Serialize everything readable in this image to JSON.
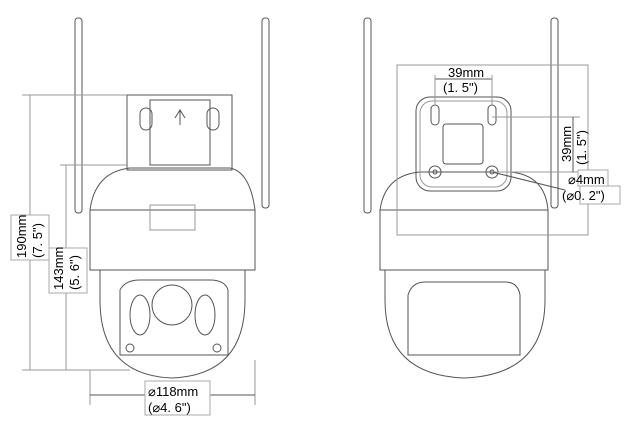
{
  "front_view": {
    "height_total": {
      "value": "190mm",
      "inch": "(7. 5\")"
    },
    "height_body": {
      "value": "143mm",
      "inch": "(5. 6\")"
    },
    "diameter": {
      "value": "⌀118mm",
      "inch": "(⌀4. 6\")"
    }
  },
  "side_view": {
    "hole_spacing_h": {
      "value": "39mm",
      "inch": "(1. 5\")"
    },
    "hole_spacing_v": {
      "value": "39mm",
      "inch": "(1. 5\")"
    },
    "hole_diameter": {
      "value": "⌀4mm",
      "inch": "(⌀0. 2\")"
    }
  }
}
